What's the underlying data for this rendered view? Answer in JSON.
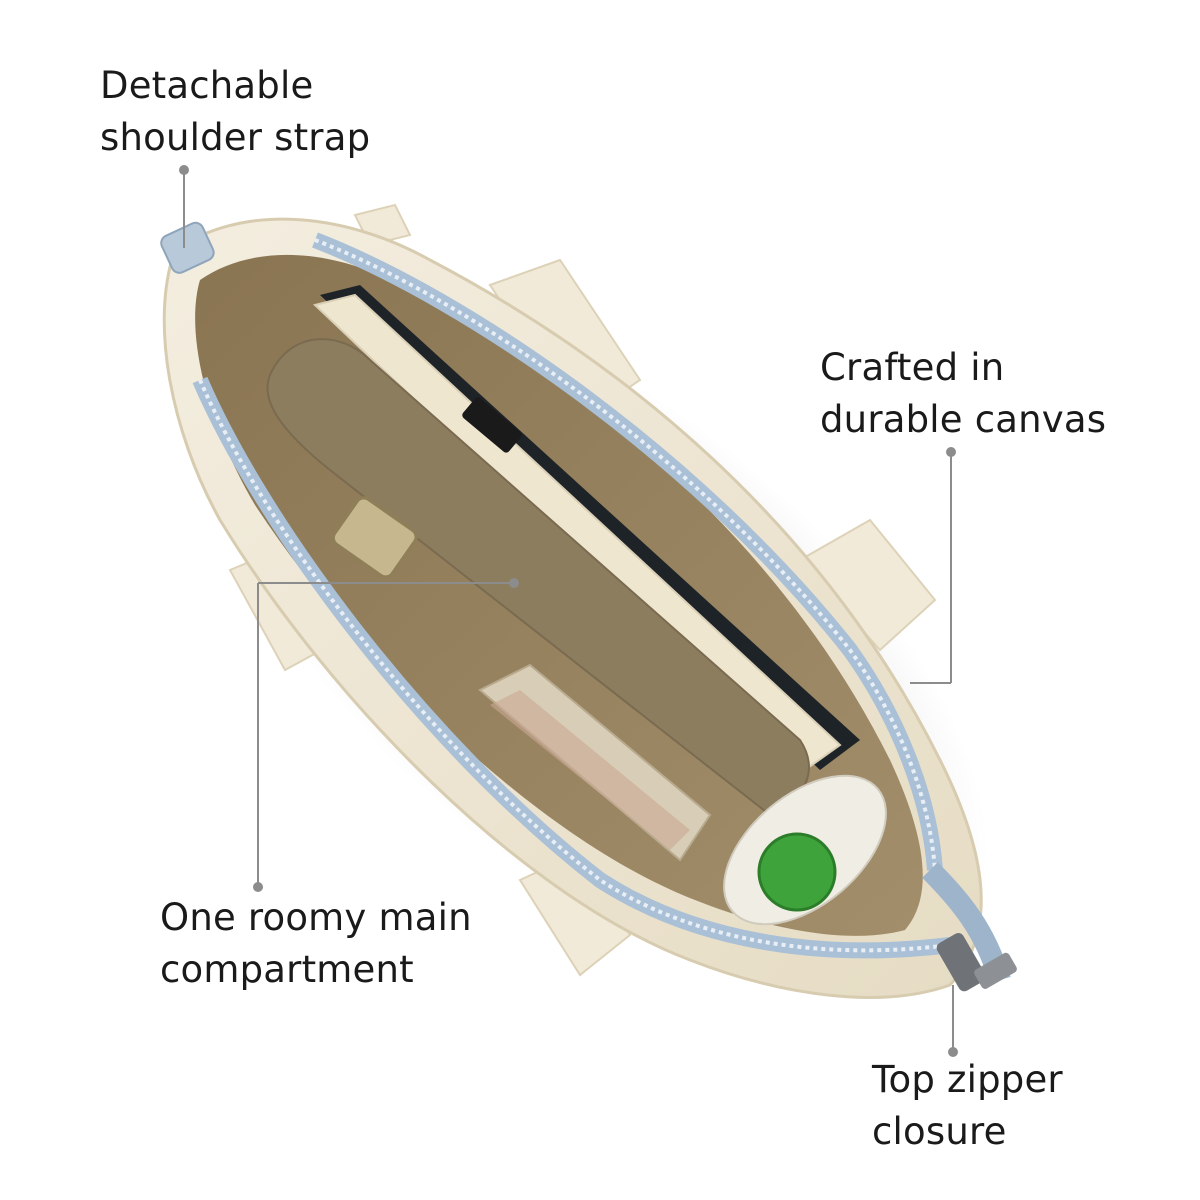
{
  "callouts": {
    "strap": {
      "line1": "Detachable",
      "line2": "shoulder strap"
    },
    "canvas": {
      "line1": "Crafted in",
      "line2": "durable canvas"
    },
    "main": {
      "line1": "One roomy main",
      "line2": "compartment"
    },
    "zipper": {
      "line1": "Top zipper",
      "line2": "closure"
    }
  },
  "colors": {
    "leader_line": "#8c8c8c",
    "canvas": "#efe7d3",
    "lining": "#9a8560",
    "zipper": "#aac0d6"
  }
}
